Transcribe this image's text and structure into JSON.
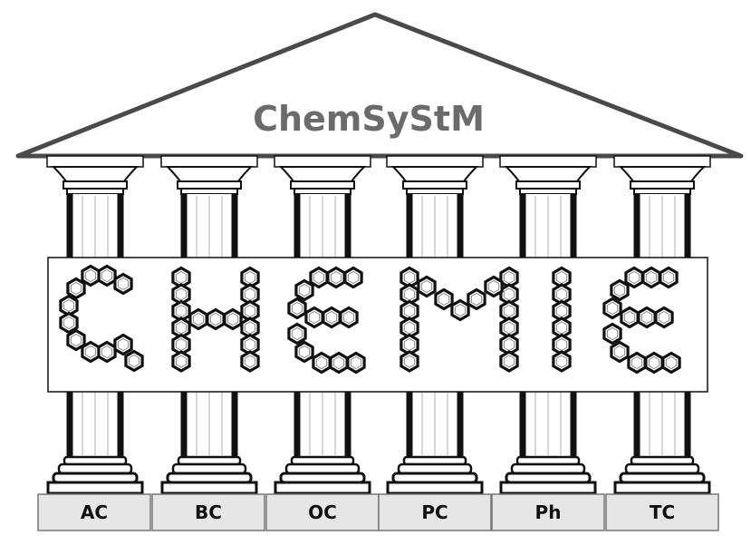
{
  "title": "ChemSyStM",
  "banner_word": "CHEMIE",
  "pillars": [
    {
      "label": "AC"
    },
    {
      "label": "BC"
    },
    {
      "label": "OC"
    },
    {
      "label": "PC"
    },
    {
      "label": "Ph"
    },
    {
      "label": "TC"
    }
  ],
  "colors": {
    "roof_stroke": "#4a4a4a",
    "title": "#6b6b6b",
    "column_outline": "#111111",
    "column_fill": "#ffffff",
    "base_fill": "#e6e6e6",
    "ring_fill": "#ffffff"
  }
}
